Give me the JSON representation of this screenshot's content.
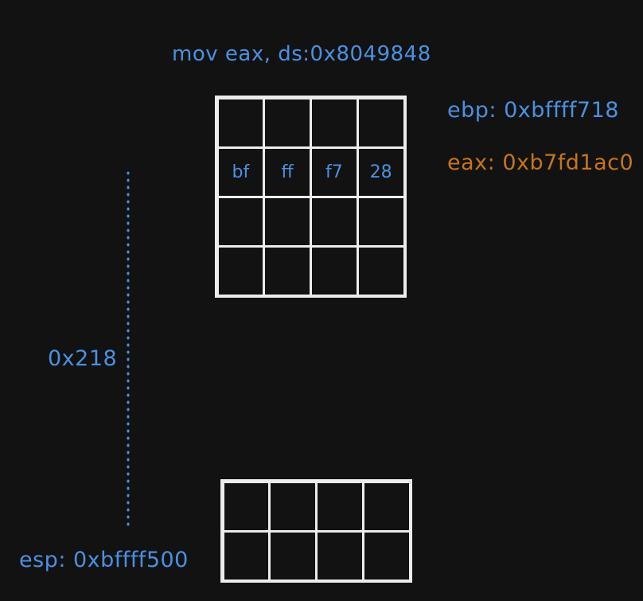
{
  "instruction": "mov eax, ds:0x8049848",
  "registers": {
    "ebp": "ebp: 0xbffff718",
    "eax": "eax: 0xb7fd1ac0",
    "esp": "esp: 0xbffff500"
  },
  "offset": "0x218",
  "upper_stack": {
    "rows": [
      [
        "",
        "",
        "",
        ""
      ],
      [
        "bf",
        "ff",
        "f7",
        "28"
      ],
      [
        "",
        "",
        "",
        ""
      ],
      [
        "",
        "",
        "",
        ""
      ]
    ]
  },
  "lower_stack": {
    "rows": [
      [
        "",
        "",
        "",
        ""
      ],
      [
        "",
        "",
        "",
        ""
      ]
    ]
  },
  "colors": {
    "background": "#121212",
    "text_blue": "#4a90e2",
    "text_orange": "#c9741a",
    "stroke": "#ececec"
  }
}
